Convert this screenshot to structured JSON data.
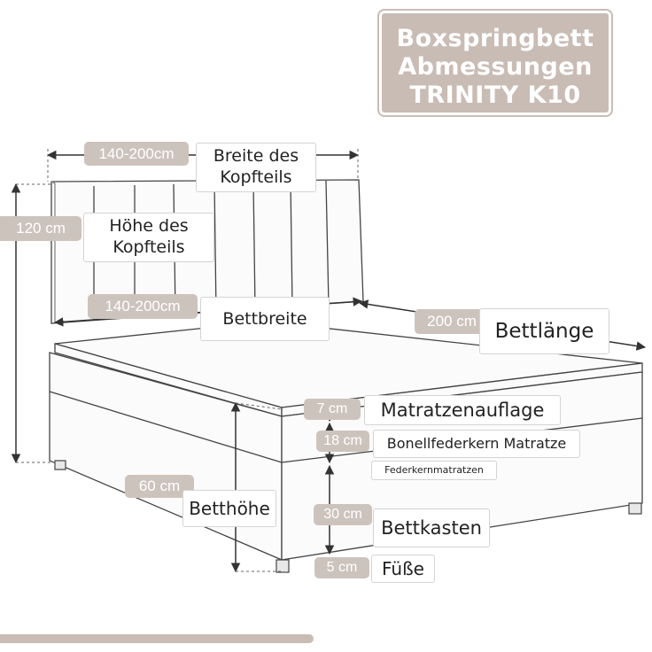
{
  "title": {
    "line1": "Boxspringbett",
    "line2": "Abmessungen",
    "line3": "TRINITY K10"
  },
  "dimensions": {
    "headboard_width": {
      "value": "140-200cm",
      "label_line1": "Breite des",
      "label_line2": "Kopfteils"
    },
    "headboard_height": {
      "value": "120 cm",
      "label_line1": "Höhe des",
      "label_line2": "Kopfteils"
    },
    "bed_width": {
      "value": "140-200cm",
      "label": "Bettbreite"
    },
    "bed_length": {
      "value": "200 cm",
      "label": "Bettlänge"
    },
    "topper": {
      "value": "7 cm",
      "label": "Matratzenauflage"
    },
    "mattress": {
      "value": "18 cm",
      "label": "Bonellfederkern Matratze",
      "sublabel": "Federkernmatratzen"
    },
    "bed_height": {
      "value": "60 cm",
      "label": "Betthöhe"
    },
    "bed_box": {
      "value": "30 cm",
      "label": "Bettkasten"
    },
    "feet": {
      "value": "5 cm",
      "label": "Füße"
    }
  },
  "colors": {
    "accent": "#c9bcb5",
    "pill": "#cdc3bd",
    "line": "#333333"
  }
}
